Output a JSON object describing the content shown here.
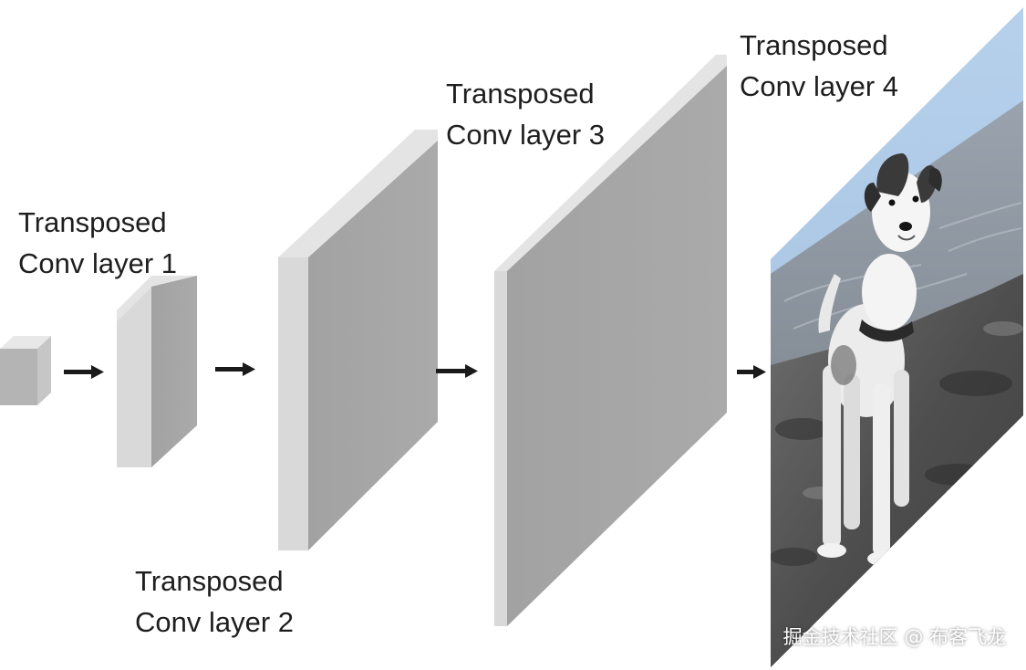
{
  "diagram": {
    "layers": [
      {
        "line1": "Transposed",
        "line2": "Conv layer 1"
      },
      {
        "line1": "Transposed",
        "line2": "Conv layer 2"
      },
      {
        "line1": "Transposed",
        "line2": "Conv layer 3"
      },
      {
        "line1": "Transposed",
        "line2": "Conv layer 4"
      }
    ],
    "output_image": "dog-photo",
    "colors": {
      "block_front": "#a6a6a6",
      "block_side": "#d9d9d9",
      "block_top": "#e6e6e6",
      "arrow": "#1a1a1a",
      "sky": "#a9c7e6",
      "rock": "#5c5c5c"
    }
  },
  "watermark": "掘金技术社区 @ 布客飞龙"
}
